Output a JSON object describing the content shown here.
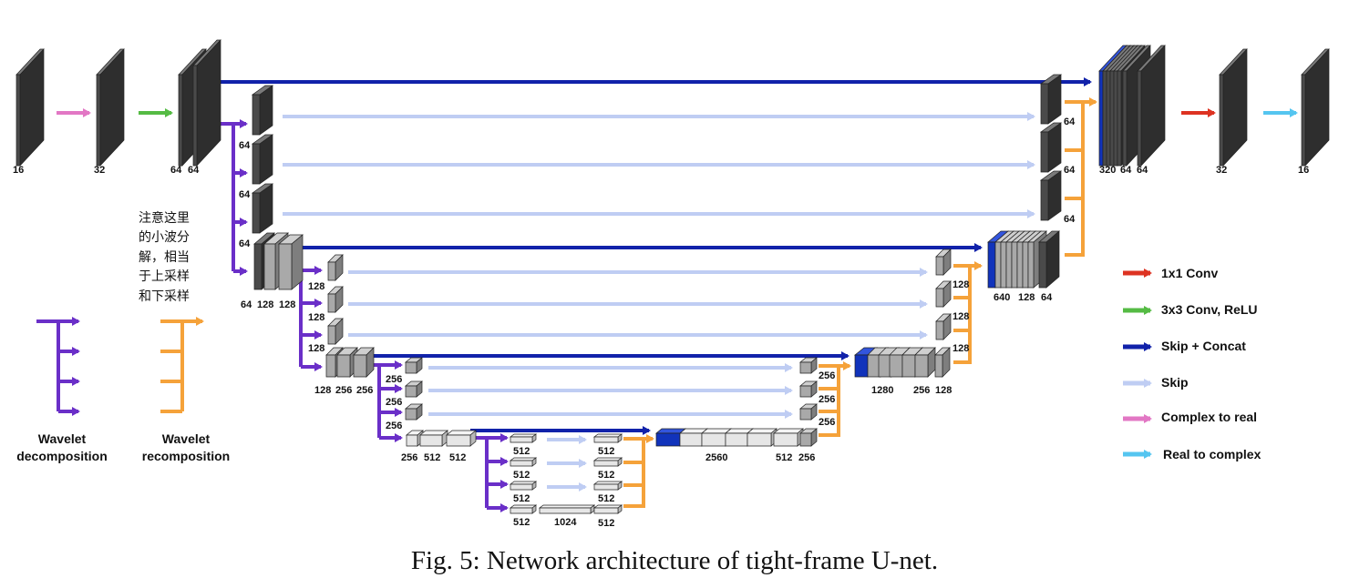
{
  "caption": "Fig. 5: Network architecture of tight-frame U-net.",
  "note_lines": [
    "注意这里",
    "的小波分",
    "解，相当",
    "于上采样",
    "和下采样"
  ],
  "legend": [
    {
      "label": "1x1 Conv",
      "color": "#dd3322"
    },
    {
      "label": "3x3 Conv, ReLU",
      "color": "#55bb44"
    },
    {
      "label": "Skip + Concat",
      "color": "#1122aa"
    },
    {
      "label": "Skip",
      "color": "#bfcdf3"
    },
    {
      "label": "Complex to real",
      "color": "#e277c4"
    },
    {
      "label": "Real to complex",
      "color": "#55c5f0"
    }
  ],
  "wavelet_decomposition": {
    "line1": "Wavelet",
    "line2": "decomposition",
    "color": "#6a2fc8"
  },
  "wavelet_recomposition": {
    "line1": "Wavelet",
    "line2": "recomposition",
    "color": "#f5a23a"
  },
  "channel_labels": {
    "in_1": "16",
    "in_2": "32",
    "l1_enc_a": "64",
    "l1_enc_b": "64",
    "l1_sub_1": "64",
    "l1_sub_2": "64",
    "l1_sub_3": "64",
    "l2_enc_a": "64",
    "l2_enc_b": "128",
    "l2_enc_c": "128",
    "l2_sub_1": "128",
    "l2_sub_2": "128",
    "l2_sub_3": "128",
    "l3_enc_a": "128",
    "l3_enc_b": "256",
    "l3_enc_c": "256",
    "l3_sub_1": "256",
    "l3_sub_2": "256",
    "l3_sub_3": "256",
    "l4_enc_a": "256",
    "l4_enc_b": "512",
    "l4_enc_c": "512",
    "l5_sub_1": "512",
    "l5_sub_2": "512",
    "l5_sub_3": "512",
    "l5_bot_a": "512",
    "l5_bot_b": "1024",
    "l5_bot_c": "512",
    "l5_dec_1": "512",
    "l5_dec_2": "512",
    "l5_dec_3": "512",
    "l4_dec_a": "2560",
    "l4_dec_b": "512",
    "l4_dec_c": "256",
    "l3_dec_1": "256",
    "l3_dec_2": "256",
    "l3_dec_3": "256",
    "l3_dec_a": "1280",
    "l3_dec_b": "256",
    "l3_dec_c": "128",
    "l2_dec_1": "128",
    "l2_dec_2": "128",
    "l2_dec_3": "128",
    "l2_dec_a": "640",
    "l2_dec_b": "128",
    "l2_dec_c": "64",
    "l1_dec_1": "64",
    "l1_dec_2": "64",
    "l1_dec_3": "64",
    "l1_dec_a": "320",
    "l1_dec_b": "64",
    "l1_dec_c": "64",
    "out_1": "32",
    "out_2": "16"
  }
}
